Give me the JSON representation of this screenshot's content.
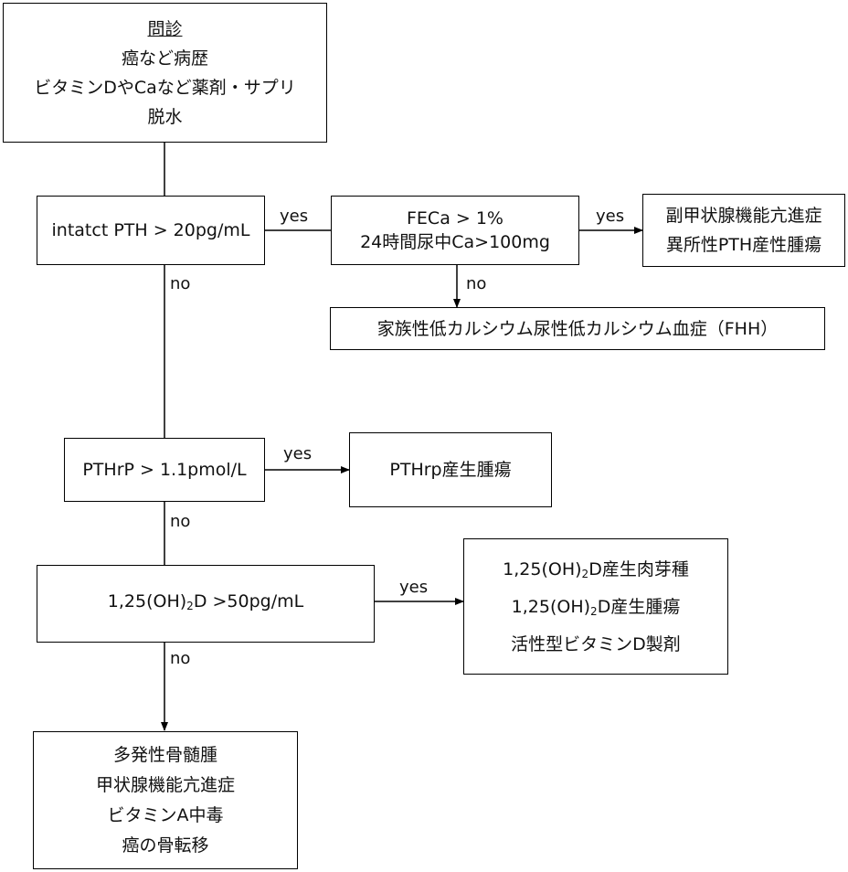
{
  "history": {
    "title": "問診",
    "lines": [
      "癌など病歴",
      "ビタミンDやCaなど薬剤・サプリ",
      "脱水"
    ]
  },
  "pth": {
    "text": "intatct PTH > 20pg/mL"
  },
  "feca": {
    "lines": [
      "FECa > 1%",
      "24時間尿中Ca>100mg"
    ]
  },
  "hyperpara": {
    "lines": [
      "副甲状腺機能亢進症",
      "異所性PTH産性腫瘍"
    ]
  },
  "fhh": {
    "text": "家族性低カルシウム尿性低カルシウム血症（FHH）"
  },
  "pthrp": {
    "text": "PTHrP > 1.1pmol/L"
  },
  "pthrp_tumor": {
    "text": "PTHrp産生腫瘍"
  },
  "vitd": {
    "pre": "1,25(OH)",
    "sub": "2",
    "post": "D >50pg/mL"
  },
  "vitd_result": {
    "line1": {
      "pre": "1,25(OH)",
      "sub": "2",
      "post": "D産生肉芽種"
    },
    "line2": {
      "pre": "1,25(OH)",
      "sub": "2",
      "post": "D産生腫瘍"
    },
    "line3": "活性型ビタミンD製剤"
  },
  "final": {
    "lines": [
      "多発性骨髄腫",
      "甲状腺機能亢進症",
      "ビタミンA中毒",
      "癌の骨転移"
    ]
  },
  "labels": {
    "yes1": "yes",
    "yes2": "yes",
    "no1": "no",
    "no2": "no",
    "yes3": "yes",
    "no3": "no",
    "yes4": "yes",
    "no4": "no"
  }
}
